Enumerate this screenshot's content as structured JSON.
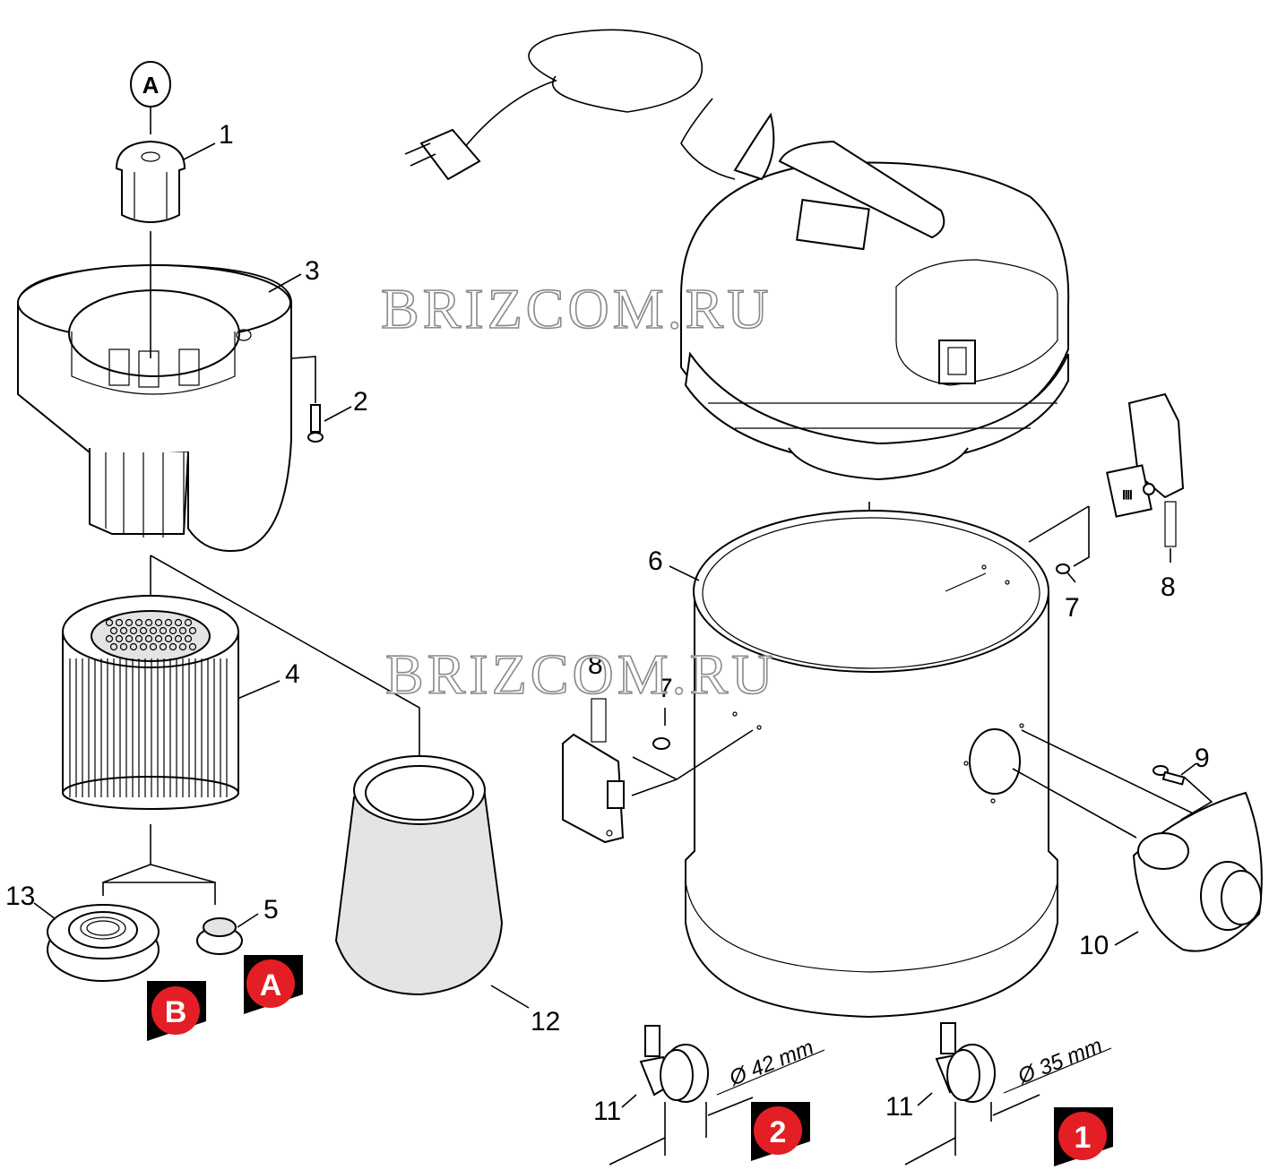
{
  "watermark": "BRIZCOM.RU",
  "reference_tags": {
    "top_cap": "A",
    "tank_top": "A"
  },
  "badges": {
    "B": {
      "label": "B",
      "color": "#e31e24"
    },
    "A": {
      "label": "A",
      "color": "#e31e24"
    },
    "two": {
      "label": "2",
      "color": "#e31e24"
    },
    "one": {
      "label": "1",
      "color": "#e31e24"
    }
  },
  "parts": {
    "p1": "1",
    "p2": "2",
    "p3": "3",
    "p4": "4",
    "p5": "5",
    "p6": "6",
    "p7a": "7",
    "p7b": "7",
    "p8a": "8",
    "p8b": "8",
    "p9": "9",
    "p10": "10",
    "p11a": "11",
    "p11b": "11",
    "p12": "12",
    "p13": "13"
  },
  "dimensions": {
    "d42": "Ø 42 mm",
    "d35": "Ø 35 mm"
  },
  "colors": {
    "badge_red": "#e31e24",
    "bag_gray": "#e4e4e4"
  }
}
